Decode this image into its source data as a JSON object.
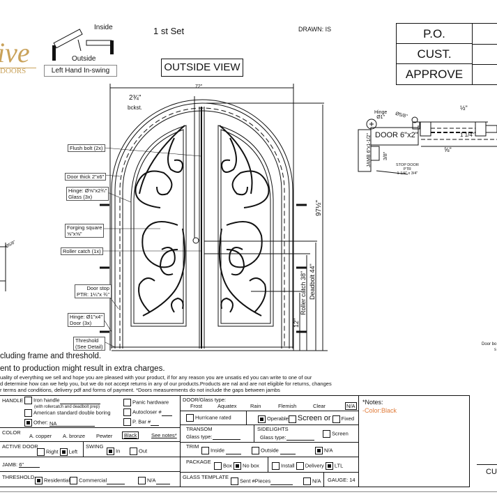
{
  "brand": {
    "logo_text": "ive",
    "logo_sub": "DOORS",
    "accent": "#c9a25a"
  },
  "swing": {
    "inside": "Inside",
    "outside": "Outside",
    "hand": "Left Hand In-swing"
  },
  "set_label": "1 st Set",
  "drawn": "DRAWN: IS",
  "approval_table": {
    "rows": [
      {
        "label": "P.O.",
        "value": ""
      },
      {
        "label": "CUST.",
        "value": ""
      },
      {
        "label": "APPROVE",
        "value": ""
      }
    ]
  },
  "view_label": "OUTSIDE VIEW",
  "drawing": {
    "width": "72\"",
    "backset": "2¾\"",
    "backset_sub": "bckst.",
    "height": "97½\"",
    "deadbolt": "Deadbolt 44\"",
    "roller": "Roller catch 38\"",
    "twelve": "12\"",
    "callouts": {
      "flush_bolt": "Flush bolt (2x)",
      "door_thick": "Door thick 2\"x6\"",
      "hinge_glass_1": "Hinge: Ø⅝\"x2¾\"",
      "hinge_glass_2": "Glass (3x)",
      "forging_1": "Forging square",
      "forging_2": "⅝\"x⅝\"",
      "roller_catch": "Roller catch  (1x)",
      "door_stop_1": "Door stop",
      "door_stop_2": "PTR: 1¼\"x ¾\"",
      "hinge_door_1": "Hinge: Ø1\"x4\"",
      "hinge_door_2": "Door (3x)",
      "threshold_1": "Threshold",
      "threshold_2": "(See Detail)"
    },
    "left_partial": "Ø5/8\""
  },
  "detail": {
    "hinge": "Hinge",
    "hinge_dia": "Ø1\"",
    "pin": "Ø5/8\"",
    "door": "DOOR 6\"x2\"",
    "jamb": "JAMB 6\"x1-1/2\"",
    "three_eighths": "3/8\"",
    "half": "½\"",
    "one_quarter": "1 1/4\"",
    "five_eighths": "⅝\"",
    "stop1": "STOP DOOR",
    "stop2": "PTR",
    "stop3": "1-1/4\" x 3/4\"",
    "door_bo": "Door bo",
    "s": "s"
  },
  "notes_text": {
    "line1": "cluding frame and threshold.",
    "line2": "ent to production might result in extra charges.",
    "line3": "uality of everything we sell and hope you are pleased with your product, if for any reason you are unsatis    ed you can write to one of our",
    "line4": "d determine how can we help you, but we do not accept returns in any of our products.Products are     nal and are not eligible for returns, changes",
    "line5": "r terms and conditions, delivery pdf and forms of payment. *Doors measurements do not include the gaps between jambs"
  },
  "form": {
    "handle": {
      "title": "HANDLE",
      "iron": "Iron handle",
      "iron_sub": "(with rollercatch and deadbolt prep)",
      "american": "American standard double boring",
      "other": "Other:",
      "other_value": "NA",
      "panic": "Panic hardware",
      "autocloser": "Autocloser #",
      "pbar": "P. Bar #"
    },
    "color": {
      "title": "COLOR",
      "options": [
        "A. copper",
        "A. bronze",
        "Pewter",
        "Black"
      ],
      "selected": "Black",
      "see_notes": "See notes*"
    },
    "active_door": {
      "title": "ACTIVE DOOR",
      "right": "Right",
      "left": "Left"
    },
    "swing": {
      "title": "SWING",
      "in": "In",
      "out": "Out"
    },
    "jamb": {
      "title": "JAMB:",
      "value": "6\""
    },
    "threshold": {
      "title": "THRESHOLD",
      "residential": "Residential",
      "commercial": "Commercial",
      "na": "N/A"
    },
    "glass": {
      "title": "DOOR/Glass type:",
      "options": [
        "Frost",
        "Aquatex",
        "Rain",
        "Flemish",
        "Clear",
        "N/A"
      ],
      "hurricane": "Hurricane rated",
      "operable": "Operable",
      "screen_or": "Screen or",
      "fixed": "Fixed"
    },
    "transom": {
      "title": "TRANSOM",
      "glass": "Glass type:"
    },
    "sidelights": {
      "title": "SIDELIGHTS",
      "glass": "Glass type:",
      "screen": "Screen"
    },
    "trim": {
      "title": "TRIM",
      "inside": "Inside",
      "outside": "Outside",
      "na": "N/A"
    },
    "package": {
      "title": "PACKAGE",
      "box": "Box",
      "nobox": "No box",
      "install": "Install",
      "delivery": "Delivery",
      "ltl": "LTL"
    },
    "glass_template": {
      "title": "GLASS TEMPLATE",
      "sent": "Sent #Pieces",
      "na": "N/A",
      "gauge": "GAUGE: 14"
    },
    "notes": {
      "title": "*Notes:",
      "value": "-Color:Black",
      "color": "#e07b39"
    }
  },
  "cust_label": "CU"
}
